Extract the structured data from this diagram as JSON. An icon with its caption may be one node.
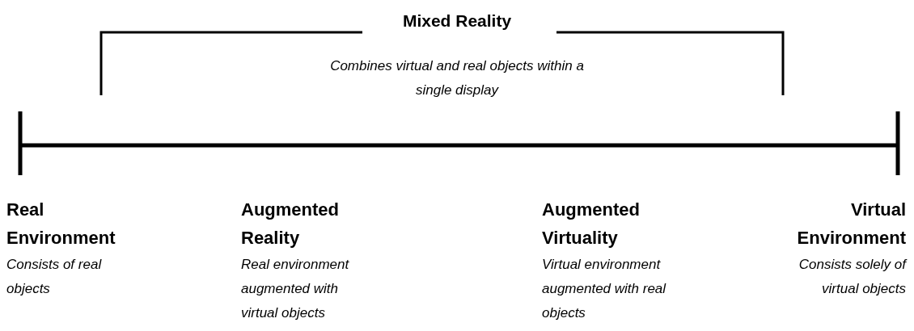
{
  "diagram": {
    "title": "Mixed Reality",
    "labels": [
      "Combines virtual and real objects within a single display",
      "Real Environment",
      "Consists of real objects",
      "Augmented Reality",
      "Real environment augmented with virtual objects",
      "Augmented Virtuality",
      "Virtual environment augmented with real objects",
      "Virtual Environment",
      "Consists solely of virtual objects"
    ]
  }
}
